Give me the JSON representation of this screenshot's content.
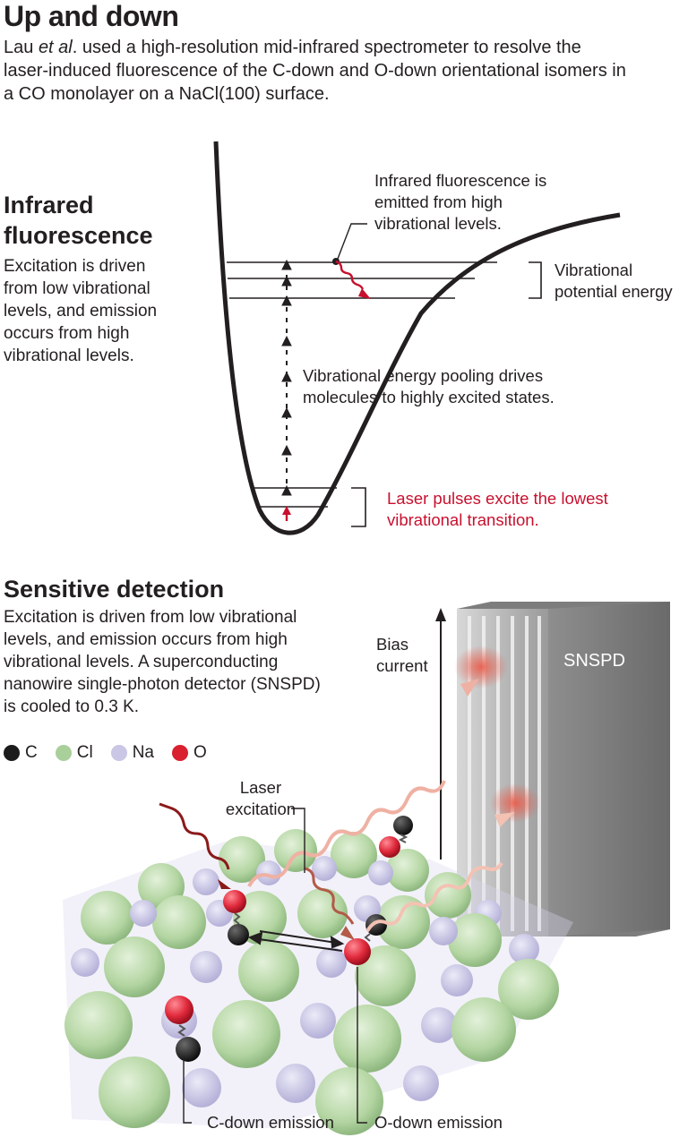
{
  "header": {
    "title": "Up and down",
    "intro_part1": "Lau ",
    "intro_italic": "et al",
    "intro_part2": ". used a high-resolution mid-infrared spectrometer to resolve the laser-induced fluorescence of the C-down and O-down orientational isomers in a CO monolayer on a NaCl(100) surface."
  },
  "infrared": {
    "heading_line1": "Infrared",
    "heading_line2": "fluorescence",
    "body": "Excitation is driven from low vibrational levels, and emission occurs from high vibrational levels.",
    "label_fluorescence": "Infrared fluorescence is emitted from high vibrational levels.",
    "label_vibrational_line1": "Vibrational",
    "label_vibrational_line2": "potential energy",
    "label_pooling": "Vibrational energy pooling drives molecules to highly excited states.",
    "label_laser": "Laser pulses excite the lowest vibrational transition."
  },
  "detection": {
    "heading": "Sensitive detection",
    "body": "Excitation is driven from low vibrational levels, and emission occurs from high vibrational levels. A superconducting nanowire single-photon detector (SNSPD) is cooled to 0.3 K.",
    "bias_line1": "Bias",
    "bias_line2": "current",
    "snspd": "SNSPD",
    "laser_line1": "Laser",
    "laser_line2": "excitation",
    "c_down": "C-down emission",
    "o_down": "O-down emission"
  },
  "legend": [
    {
      "label": "C",
      "color": "#1c1c1c"
    },
    {
      "label": "Cl",
      "color": "#a9cf9a"
    },
    {
      "label": "Na",
      "color": "#c9c6e6"
    },
    {
      "label": "O",
      "color": "#d8202f"
    }
  ],
  "colors": {
    "accent_red": "#c8102e",
    "cl_green": "#b5d6a4",
    "na_lavender": "#c9c6e6",
    "o_red": "#e02a3c",
    "c_black": "#1a1a1a",
    "snspd_gray": "#8c8c8c"
  }
}
